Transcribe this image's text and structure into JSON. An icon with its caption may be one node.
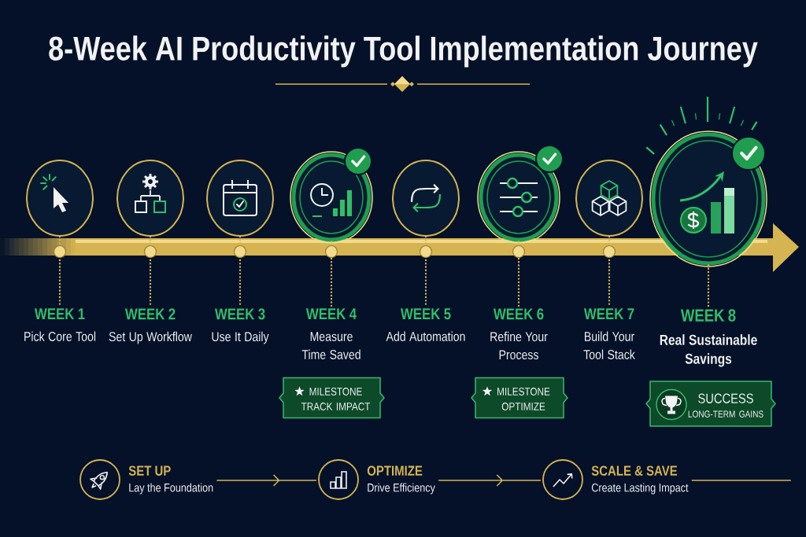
{
  "diagram": {
    "title": "8-Week AI Productivity Tool Implementation Journey",
    "nodes": [
      {
        "text": [],
        "shape": "circle"
      },
      {
        "text": [],
        "shape": "circle"
      },
      {
        "text": [],
        "shape": "circle"
      },
      {
        "text": [],
        "shape": "circle"
      },
      {
        "text": [],
        "shape": "circle"
      },
      {
        "text": [],
        "shape": "circle"
      },
      {
        "text": [],
        "shape": "circle"
      },
      {
        "text": [],
        "shape": "circle"
      },
      {
        "text": [
          "WEEK 1",
          "Pick Core Tool"
        ]
      },
      {
        "text": [
          "WEEK 2",
          "Set Up Workflow"
        ]
      },
      {
        "text": [
          "WEEK 3",
          "Use It Daily"
        ]
      },
      {
        "text": [
          "WEEK 4",
          "Measure Time Saved"
        ]
      },
      {
        "text": [
          "WEEK 5",
          "Add Automation"
        ]
      },
      {
        "text": [
          "WEEK 6",
          "Refine Your Process"
        ]
      },
      {
        "text": [
          "WEEK 7",
          "Build Your Tool Stack"
        ]
      },
      {
        "text": [
          "WEEK 8",
          "Real Sustainable Savings"
        ]
      },
      {
        "text": [
          "MILESTONE",
          "TRACK IMPACT"
        ]
      },
      {
        "text": [
          "MILESTONE",
          "OPTIMIZE"
        ]
      },
      {
        "text": [
          "SUCCESS",
          "LONG-TERM GAINS"
        ]
      },
      {
        "text": [
          "SET UP",
          "Lay the Foundation"
        ]
      },
      {
        "text": [
          "OPTIMIZE",
          "Drive Efficiency"
        ]
      },
      {
        "text": [
          "SCALE & SAVE",
          "Create Lasting Impact"
        ]
      }
    ],
    "edges": [
      {
        "from": 0,
        "to": 8,
        "arrow": "none",
        "style": "dashed"
      },
      {
        "from": 1,
        "to": 9,
        "arrow": "none",
        "style": "dashed"
      },
      {
        "from": 2,
        "to": 10,
        "arrow": "none",
        "style": "dashed"
      },
      {
        "from": 3,
        "to": 11,
        "arrow": "none",
        "style": "dashed"
      },
      {
        "from": 4,
        "to": 12,
        "arrow": "none",
        "style": "dashed"
      },
      {
        "from": 5,
        "to": 13,
        "arrow": "none",
        "style": "dashed"
      },
      {
        "from": 6,
        "to": 14,
        "arrow": "none",
        "style": "dashed"
      },
      {
        "from": 7,
        "to": 15,
        "arrow": "none",
        "style": "dashed"
      },
      {
        "from": 19,
        "to": 20,
        "arrow": "to"
      },
      {
        "from": 20,
        "to": 21,
        "arrow": "to"
      },
      {
        "from": 21,
        "to": null,
        "arrow": "none"
      }
    ]
  }
}
